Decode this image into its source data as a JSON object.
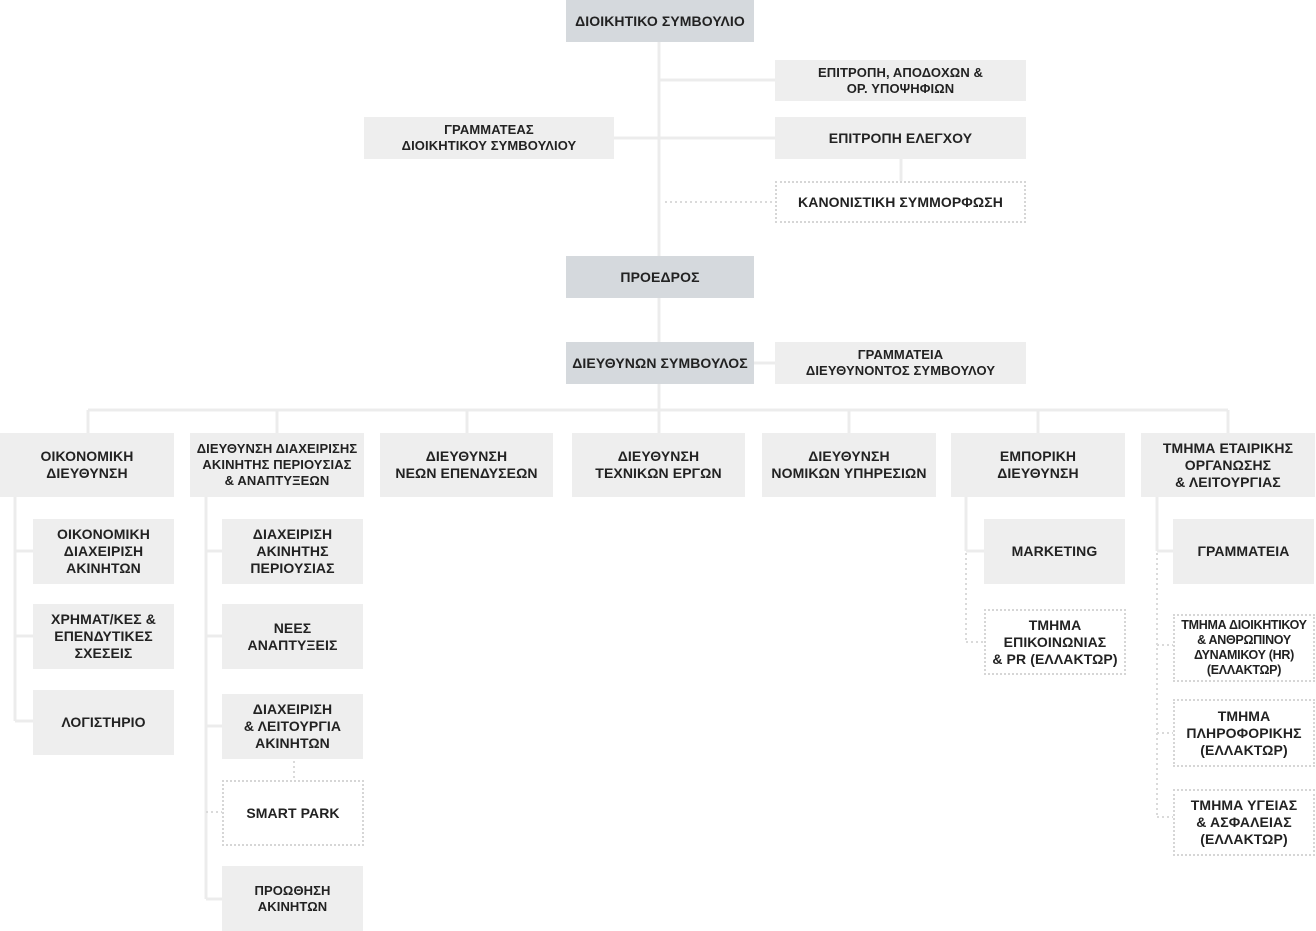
{
  "top": {
    "board": [
      "ΔΙΟΙΚΗΤΙΚΟ ΣΥΜΒΟΥΛΙΟ"
    ],
    "chairman": [
      "ΠΡΟΕΔΡΟΣ"
    ],
    "ceo": [
      "ΔΙΕΥΘΥΝΩΝ ΣΥΜΒΟΥΛΟΣ"
    ]
  },
  "board_units": {
    "remuneration": [
      "ΕΠΙΤΡΟΠΗ, ΑΠΟΔΟΧΩΝ &",
      "ΟΡ. ΥΠΟΨΗΦΙΩΝ"
    ],
    "secretary": [
      "ΓΡΑΜΜΑΤΕΑΣ",
      "ΔΙΟΙΚΗΤΙΚΟΥ ΣΥΜΒΟΥΛΙΟΥ"
    ],
    "audit": [
      "ΕΠΙΤΡΟΠΗ ΕΛΕΓΧΟΥ"
    ],
    "compliance": [
      "ΚΑΝΟΝΙΣΤΙΚΗ ΣΥΜΜΟΡΦΩΣΗ"
    ]
  },
  "ceo_secretariat": [
    "ΓΡΑΜΜΑΤΕΙΑ",
    "ΔΙΕΥΘΥΝΟΝΤΟΣ ΣΥΜΒΟΥΛΟΥ"
  ],
  "divisions": {
    "finance": [
      "ΟΙΚΟΝΟΜΙΚΗ",
      "ΔΙΕΥΘΥΝΣΗ"
    ],
    "property": [
      "ΔΙΕΥΘΥΝΣΗ ΔΙΑΧΕΙΡΙΣΗΣ",
      "ΑΚΙΝΗΤΗΣ ΠΕΡΙΟΥΣΙΑΣ",
      "& ΑΝΑΠΤΥΞΕΩΝ"
    ],
    "investments": [
      "ΔΙΕΥΘΥΝΣΗ",
      "ΝΕΩΝ ΕΠΕΝΔΥΣΕΩΝ"
    ],
    "technical": [
      "ΔΙΕΥΘΥΝΣΗ",
      "ΤΕΧΝΙΚΩΝ ΕΡΓΩΝ"
    ],
    "legal": [
      "ΔΙΕΥΘΥΝΣΗ",
      "ΝΟΜΙΚΩΝ ΥΠΗΡΕΣΙΩΝ"
    ],
    "commercial": [
      "ΕΜΠΟΡΙΚΗ",
      "ΔΙΕΥΘΥΝΣΗ"
    ],
    "corporate": [
      "ΤΜΗΜΑ ΕΤΑΙΡΙΚΗΣ",
      "ΟΡΓΑΝΩΣΗΣ",
      "& ΛΕΙΤΟΥΡΓΙΑΣ"
    ]
  },
  "finance_units": {
    "financial_mgmt": [
      "ΟΙΚΟΝΟΜΙΚΗ",
      "ΔΙΑΧΕΙΡΙΣΗ",
      "ΑΚΙΝΗΤΩΝ"
    ],
    "investor_relations": [
      "ΧΡΗΜΑΤ/ΚΕΣ &",
      "ΕΠΕΝΔΥΤΙΚΕΣ",
      "ΣΧΕΣΕΙΣ"
    ],
    "accounting": [
      "ΛΟΓΙΣΤΗΡΙΟ"
    ]
  },
  "property_units": {
    "asset_mgmt": [
      "ΔΙΑΧΕΙΡΙΣΗ",
      "ΑΚΙΝΗΤΗΣ",
      "ΠΕΡΙΟΥΣΙΑΣ"
    ],
    "new_developments": [
      "ΝΕΕΣ",
      "ΑΝΑΠΤΥΞΕΙΣ"
    ],
    "operations": [
      "ΔΙΑΧΕΙΡΙΣΗ",
      "& ΛΕΙΤΟΥΡΓΙΑ",
      "ΑΚΙΝΗΤΩΝ"
    ],
    "smart_park": [
      "SMART PARK"
    ],
    "promotion": [
      "ΠΡΟΩΘΗΣΗ",
      "ΑΚΙΝΗΤΩΝ"
    ]
  },
  "commercial_units": {
    "marketing": [
      "MARKETING"
    ],
    "communication": [
      "ΤΜΗΜΑ",
      "ΕΠΙΚΟΙΝΩΝΙΑΣ",
      "& PR (ΕΛΛΑΚΤΩΡ)"
    ]
  },
  "corporate_units": {
    "secretariat": [
      "ΓΡΑΜΜΑΤΕΙΑ"
    ],
    "hr": [
      "ΤΜΗΜΑ ΔΙΟΙΚΗΤΙΚΟΥ",
      "& ΑΝΘΡΩΠΙΝΟΥ",
      "ΔΥΝΑΜΙΚΟΥ (HR)",
      "(ΕΛΛΑΚΤΩΡ)"
    ],
    "it": [
      "ΤΜΗΜΑ",
      "ΠΛΗΡΟΦΟΡΙΚΗΣ",
      "(ΕΛΛΑΚΤΩΡ)"
    ],
    "health_safety": [
      "ΤΜΗΜΑ ΥΓΕΙΑΣ",
      "& ΑΣΦΑΛΕΙΑΣ",
      "(ΕΛΛΑΚΤΩΡ)"
    ]
  },
  "colors": {
    "top_box": "#d5d9dd",
    "box": "#eeeeee",
    "line": "#ececec",
    "dotted_border": "#d6d6d6"
  }
}
